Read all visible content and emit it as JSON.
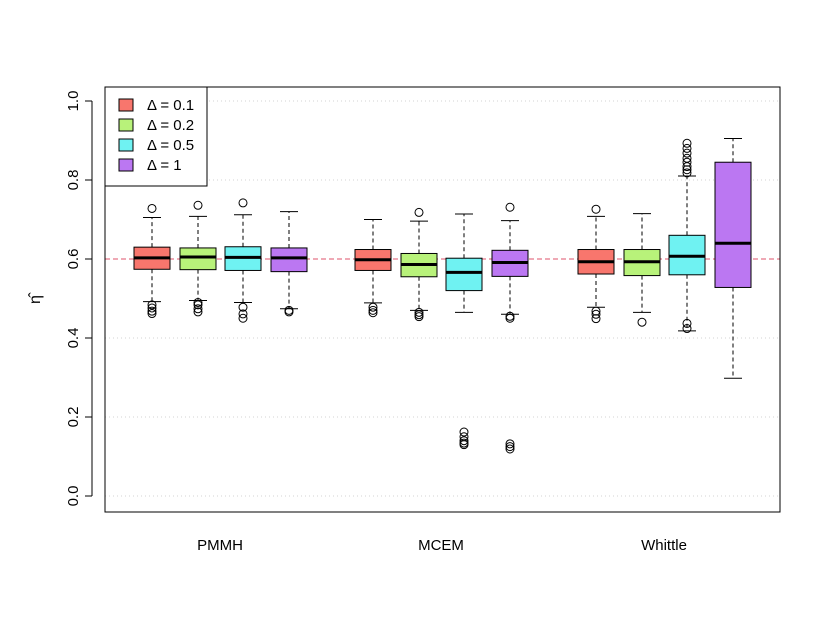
{
  "chart_data": {
    "type": "box",
    "ylabel": "η̂",
    "ylim": [
      0,
      1
    ],
    "yticks": [
      0.0,
      0.2,
      0.4,
      0.6,
      0.8,
      1.0
    ],
    "ytick_labels": [
      "0.0",
      "0.2",
      "0.4",
      "0.6",
      "0.8",
      "1.0"
    ],
    "reference_line": {
      "y": 0.6,
      "color": "#DF536B",
      "style": "dashed"
    },
    "grid": "horizontal-dotted",
    "legend_position": "top-left",
    "categories": [
      "PMMH",
      "MCEM",
      "Whittle"
    ],
    "series": [
      {
        "name": "Δ = 0.1",
        "color": "#F8766D",
        "boxes": [
          {
            "min": 0.492,
            "q1": 0.574,
            "median": 0.603,
            "q3": 0.63,
            "max": 0.705,
            "outliers": [
              0.728,
              0.484,
              0.476,
              0.468,
              0.462
            ]
          },
          {
            "min": 0.489,
            "q1": 0.571,
            "median": 0.598,
            "q3": 0.624,
            "max": 0.7,
            "outliers": [
              0.478,
              0.47,
              0.464
            ]
          },
          {
            "min": 0.478,
            "q1": 0.562,
            "median": 0.593,
            "q3": 0.624,
            "max": 0.708,
            "outliers": [
              0.726,
              0.468,
              0.46,
              0.449
            ]
          }
        ]
      },
      {
        "name": "Δ = 0.2",
        "color": "#B8F27A",
        "boxes": [
          {
            "min": 0.495,
            "q1": 0.573,
            "median": 0.605,
            "q3": 0.628,
            "max": 0.708,
            "outliers": [
              0.736,
              0.49,
              0.484,
              0.474,
              0.466
            ]
          },
          {
            "min": 0.47,
            "q1": 0.555,
            "median": 0.586,
            "q3": 0.614,
            "max": 0.696,
            "outliers": [
              0.718,
              0.465,
              0.459,
              0.454
            ]
          },
          {
            "min": 0.465,
            "q1": 0.558,
            "median": 0.593,
            "q3": 0.624,
            "max": 0.715,
            "outliers": [
              0.44
            ]
          }
        ]
      },
      {
        "name": "Δ = 0.5",
        "color": "#6FF2F2",
        "boxes": [
          {
            "min": 0.49,
            "q1": 0.571,
            "median": 0.604,
            "q3": 0.631,
            "max": 0.712,
            "outliers": [
              0.742,
              0.478,
              0.461,
              0.45
            ]
          },
          {
            "min": 0.465,
            "q1": 0.52,
            "median": 0.566,
            "q3": 0.602,
            "max": 0.714,
            "outliers": [
              0.162,
              0.15,
              0.14,
              0.134,
              0.13
            ]
          },
          {
            "min": 0.418,
            "q1": 0.56,
            "median": 0.607,
            "q3": 0.66,
            "max": 0.81,
            "outliers": [
              0.893,
              0.88,
              0.868,
              0.855,
              0.845,
              0.834,
              0.826,
              0.818,
              0.437,
              0.424
            ]
          }
        ]
      },
      {
        "name": "Δ = 1",
        "color": "#BB77F2",
        "boxes": [
          {
            "min": 0.474,
            "q1": 0.568,
            "median": 0.603,
            "q3": 0.628,
            "max": 0.72,
            "outliers": [
              0.47,
              0.466
            ]
          },
          {
            "min": 0.46,
            "q1": 0.556,
            "median": 0.591,
            "q3": 0.622,
            "max": 0.697,
            "outliers": [
              0.731,
              0.455,
              0.45,
              0.132,
              0.125,
              0.119
            ]
          },
          {
            "min": 0.298,
            "q1": 0.528,
            "median": 0.64,
            "q3": 0.845,
            "max": 0.905,
            "outliers": []
          }
        ]
      }
    ]
  }
}
